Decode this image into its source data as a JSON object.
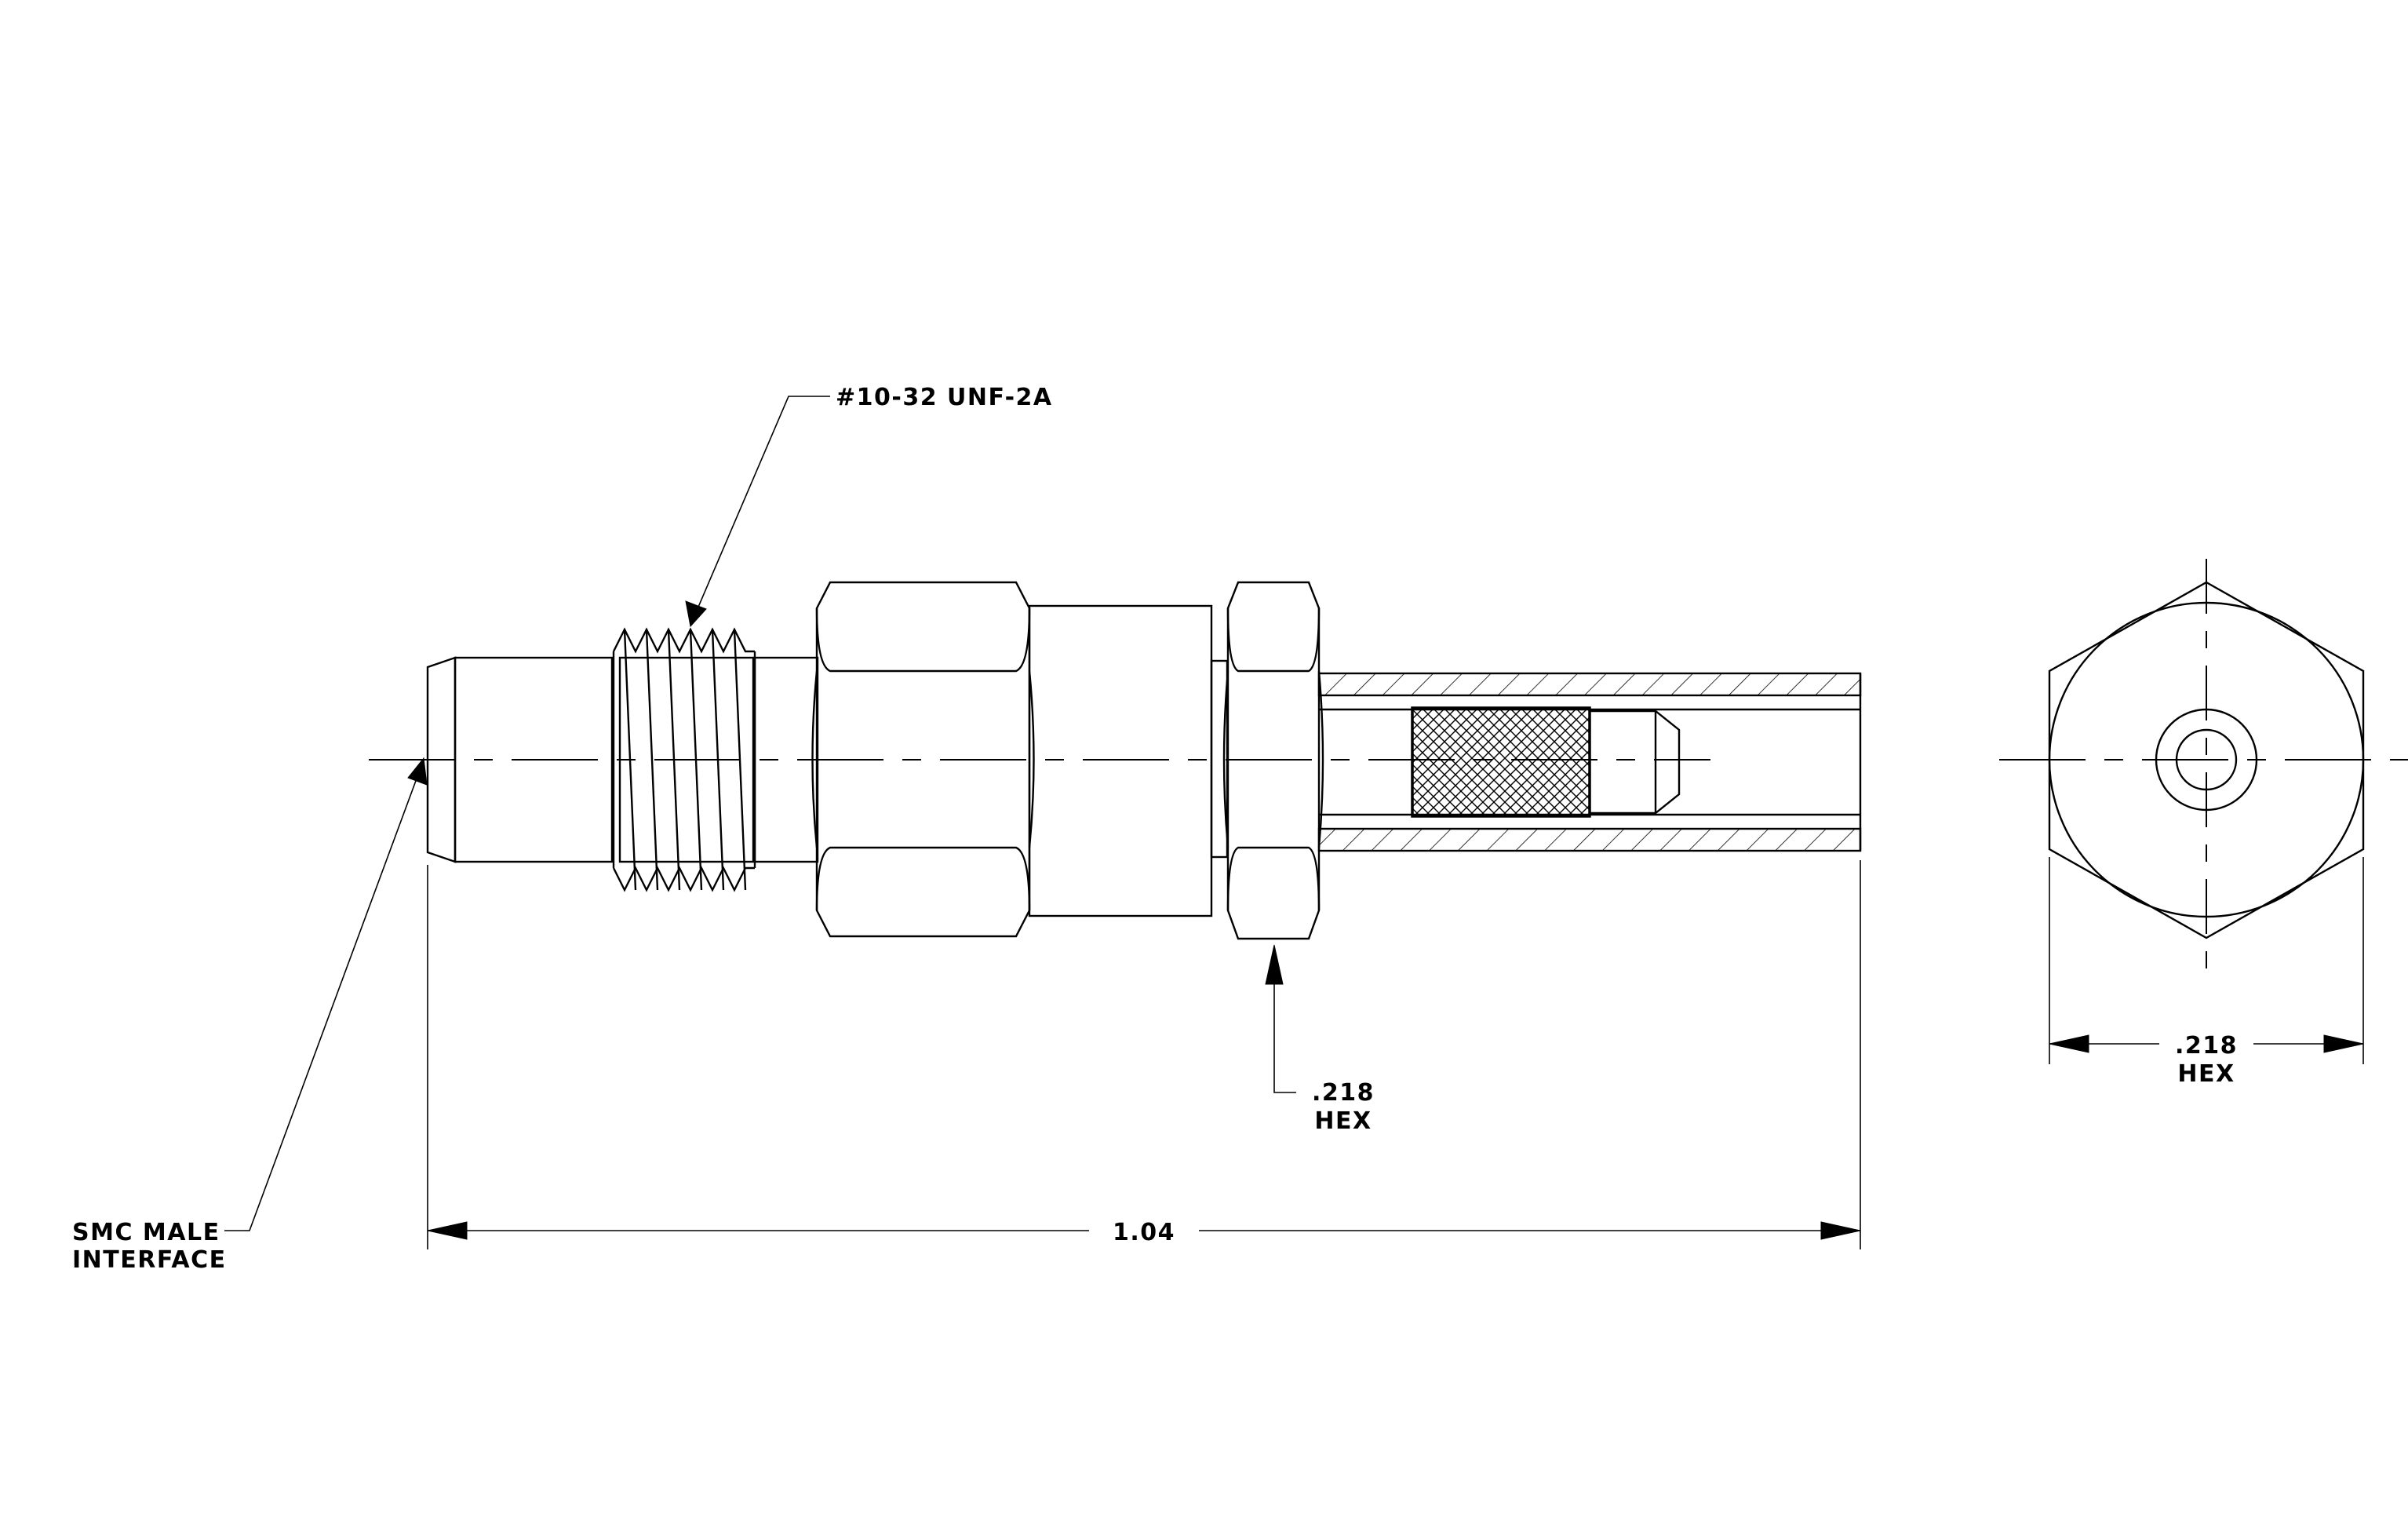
{
  "labels": {
    "thread_spec": "#10-32 UNF-2A",
    "interface_line1": "SMC MALE",
    "interface_line2": "INTERFACE",
    "length_dim": "1.04",
    "hex_side_value": ".218",
    "hex_side_unit": "HEX",
    "hex_end_value": ".218",
    "hex_end_unit": "HEX"
  },
  "colors": {
    "line": "#000000",
    "background": "#ffffff"
  }
}
